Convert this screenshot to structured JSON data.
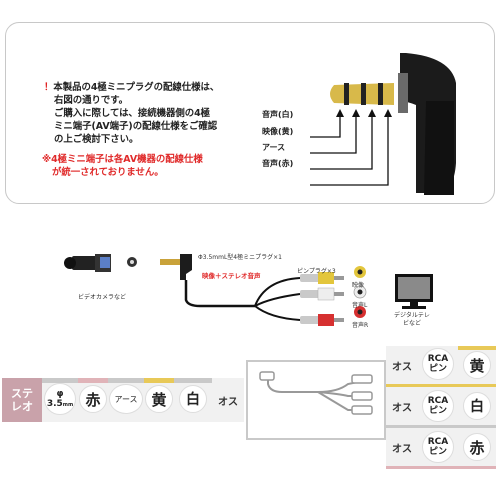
{
  "notice": {
    "mark": "！",
    "lines": [
      "本製品の4極ミニプラグの配線仕様は、",
      "右図の通りです。",
      "ご購入に際しては、接続機器側の4極",
      "ミニ端子(AV端子)の配線仕様をご確認",
      "の上ご検討下さい。"
    ],
    "warning": [
      "※4極ミニ端子は各AV機器の配線仕様",
      "が統一されておりません。"
    ]
  },
  "plug_labels": [
    "音声(白)",
    "映像(黄)",
    "アース",
    "音声(赤)"
  ],
  "diagram": {
    "camera_label": "ビデオカメラなど",
    "plug_label": "Φ3.5mmL型4極ミニプラグ×1",
    "signal_label": "映像＋ステレオ音声",
    "pin_plug_label": "ピンプラグ×3",
    "jack_labels": [
      "映像",
      "音声L",
      "音声R"
    ],
    "tv_label": "デジタルテレビなど"
  },
  "legend": {
    "stereo": [
      "ステ",
      "レオ"
    ],
    "diameter_symbol": "φ",
    "diameter_value": "3.5",
    "diameter_unit": "mm",
    "red": "赤",
    "earth": "アース",
    "yellow": "黄",
    "white": "白",
    "male": "オス",
    "rca_top": "RCA",
    "rca_bottom": "ピン",
    "colors": {
      "stereo_bg": "#c9a2aa",
      "red_bar": "#e0b3b8",
      "yellow_bar": "#e8c958",
      "gray_bar": "#c9c9c9",
      "tile_bg": "#f1f1f1"
    }
  }
}
